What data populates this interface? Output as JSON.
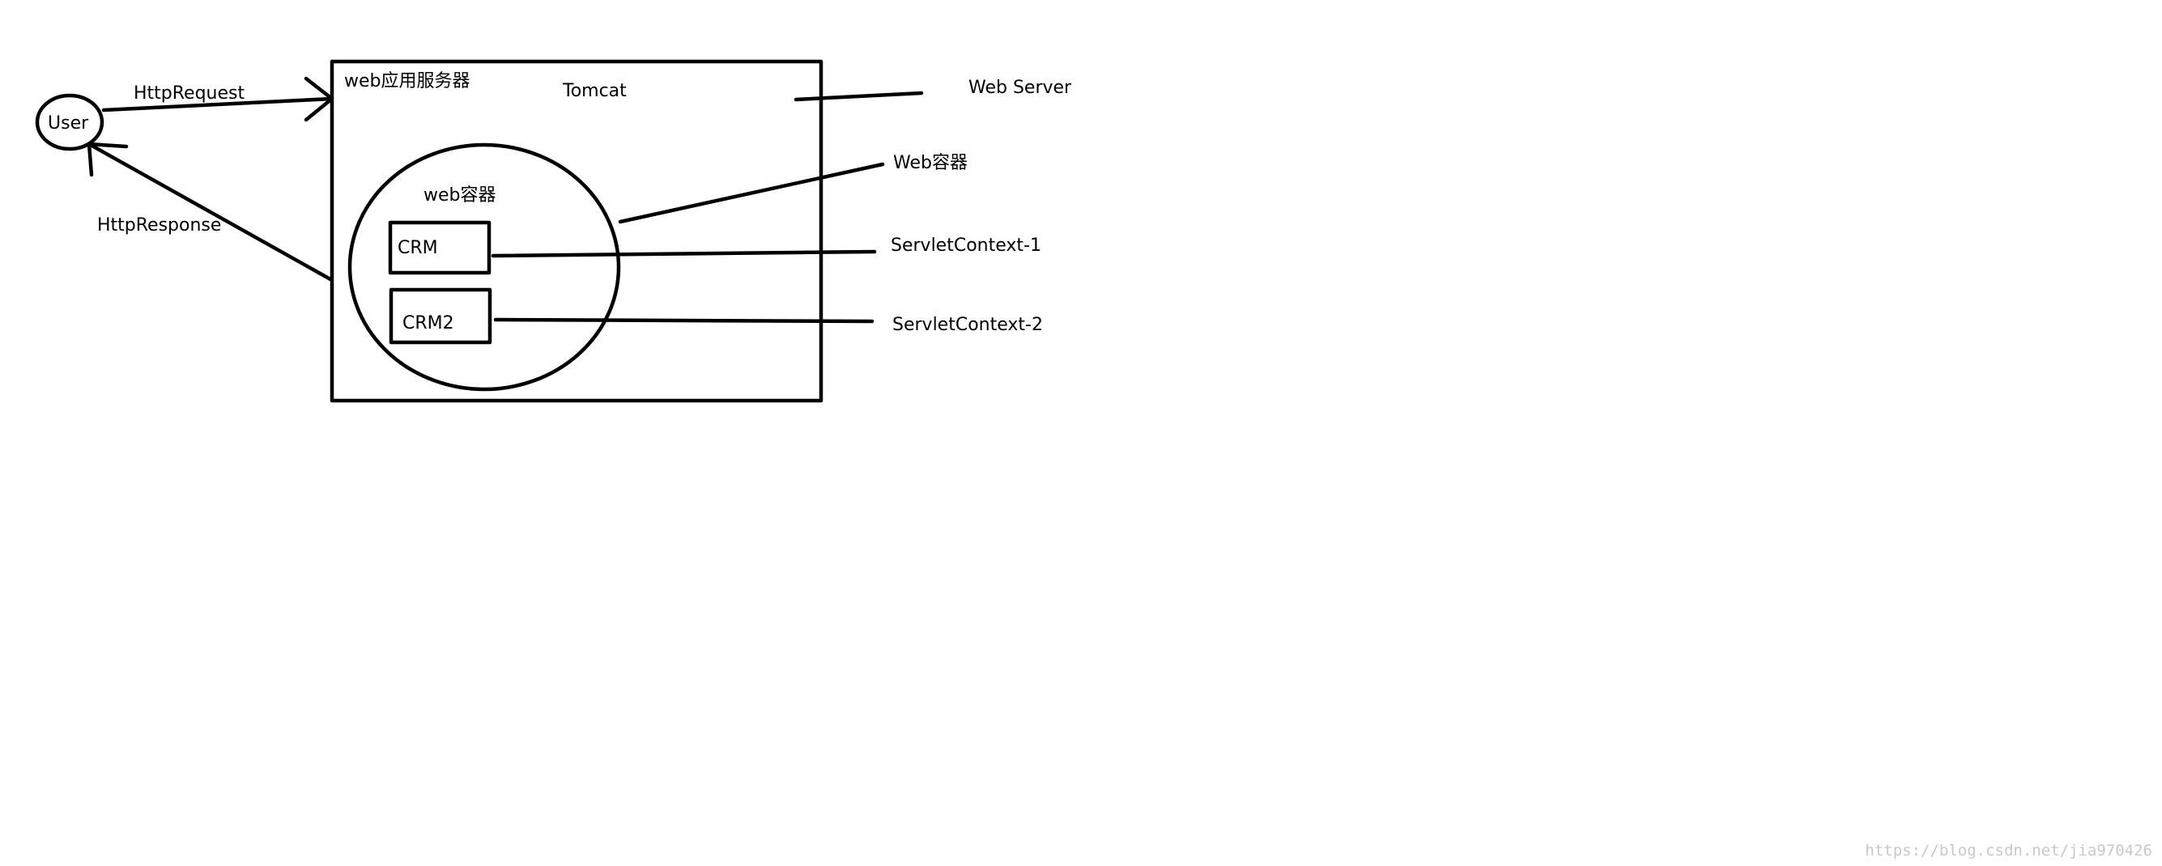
{
  "diagram": {
    "user_label": "User",
    "request_label": "HttpRequest",
    "response_label": "HttpResponse",
    "server_box_label": "web应用服务器",
    "tomcat_label": "Tomcat",
    "web_server_label": "Web Server",
    "web_container_inner_label": "web容器",
    "web_container_callout": "Web容器",
    "app1_label": "CRM",
    "app2_label": "CRM2",
    "servlet_context_1": "ServletContext-1",
    "servlet_context_2": "ServletContext-2"
  },
  "watermark": "https://blog.csdn.net/jia970426"
}
